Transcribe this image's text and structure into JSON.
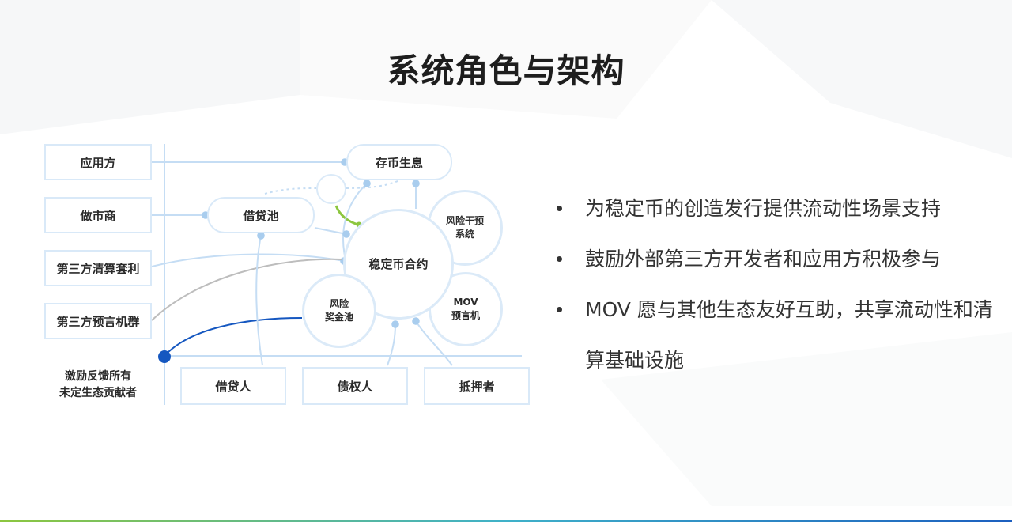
{
  "title": "系统角色与架构",
  "diagram": {
    "left_boxes": [
      "应用方",
      "做市商",
      "第三方清算套利",
      "第三方预言机群"
    ],
    "bottom_left_label": [
      "激励反馈所有",
      "未定生态贡献者"
    ],
    "bottom_boxes": [
      "借贷人",
      "债权人",
      "抵押者"
    ],
    "pills": {
      "deposit": "存币生息",
      "lending": "借贷池"
    },
    "circles": {
      "main": "稳定币合约",
      "risk_intervention": [
        "风险干预",
        "系统"
      ],
      "risk_fund": [
        "风险",
        "奖金池"
      ],
      "oracle": [
        "MOV",
        "预言机"
      ]
    },
    "colors": {
      "accent_blue": "#1557c0",
      "accent_green": "#8cc63f",
      "line_light": "#c5ddf4",
      "line_gray": "#bdbdbd"
    }
  },
  "bullets": [
    "为稳定币的创造发行提供流动性场景支持",
    "鼓励外部第三方开发者和应用方积极参与",
    "MOV 愿与其他生态友好互助，共享流动性和清算基础设施"
  ]
}
